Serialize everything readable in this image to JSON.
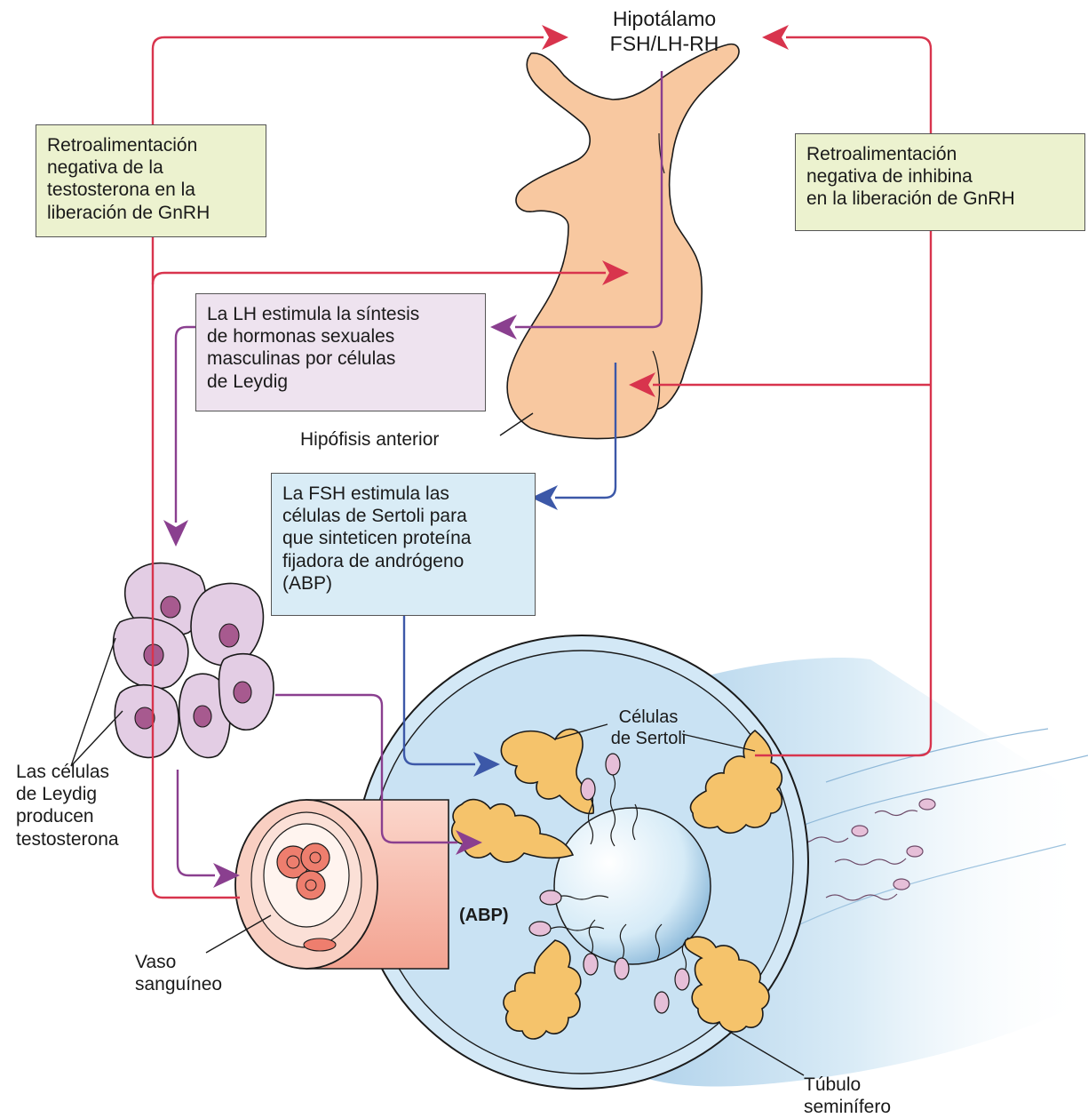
{
  "colors": {
    "feedback_arrow": "#d8344d",
    "lh_arrow": "#8a3f8f",
    "fsh_arrow": "#3c58a8",
    "pituitary": "#f8c8a0",
    "sertoli_cells": "#f5c36b",
    "leydig_cells": "#e3cde4",
    "vessel": "#f7b7a8",
    "tubule": "#cfe6f5",
    "green_box": "#ecf2cf",
    "violet_box": "#eee3ef",
    "blue_box": "#d9ecf6"
  },
  "labels": {
    "hypothalamus": "Hipotálamo\nFSH/LH-RH",
    "anterior_pituitary": "Hipófisis anterior",
    "leydig": "Las células\nde Leydig\nproducen\ntestosterona",
    "sertoli": "Células\nde Sertoli",
    "abp": "(ABP)",
    "blood_vessel": "Vaso\nsanguíneo",
    "seminiferous_tubule": "Túbulo\nseminífero"
  },
  "boxes": {
    "testosterone_feedback": "Retroalimentación\nnegativa de la\ntestosterona en la\nliberación de GnRH",
    "inhibin_feedback": "Retroalimentación\nnegativa de inhibina\nen la liberación de GnRH",
    "lh_box": "La LH estimula la síntesis\nde hormonas sexuales\nmasculinas por células\nde Leydig",
    "fsh_box": "La FSH estimula las\ncélulas de Sertoli para\nque sinteticen proteína\nfijadora de andrógeno\n(ABP)"
  }
}
